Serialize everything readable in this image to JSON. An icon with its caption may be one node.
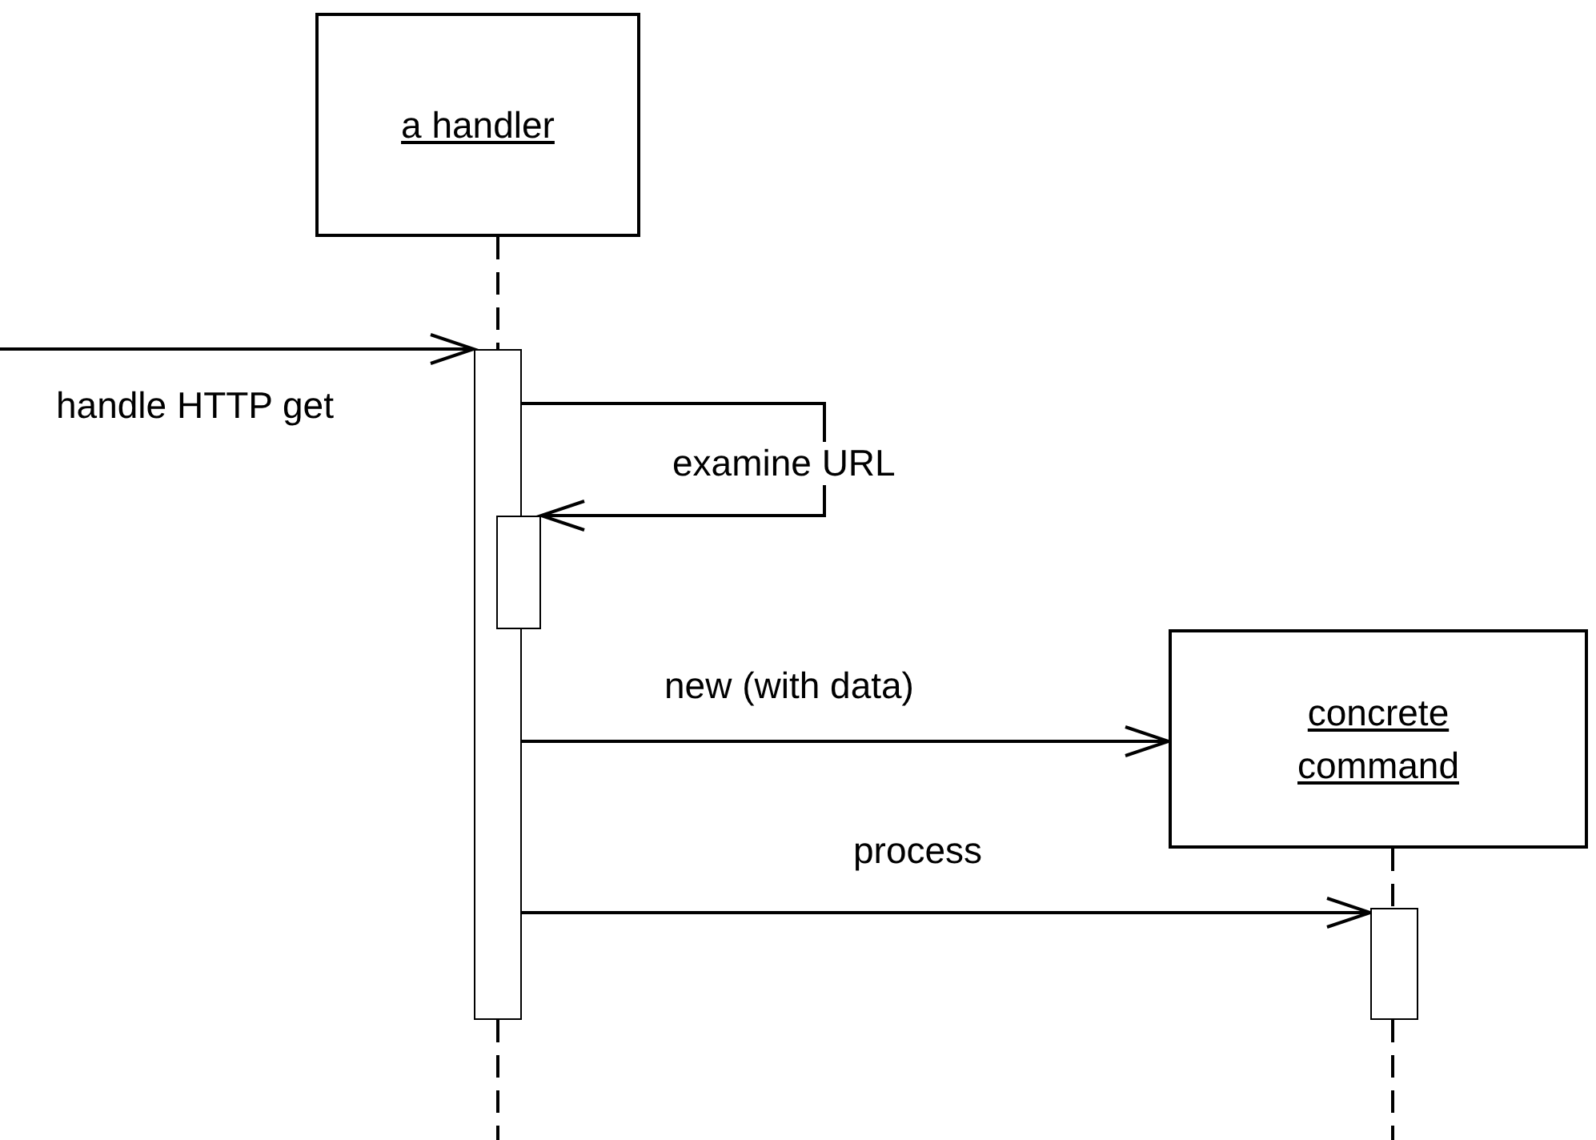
{
  "diagram": {
    "nodes": [
      {
        "text": [
          "a handler"
        ]
      },
      {
        "text": [],
        "shape": "bar"
      },
      {
        "text": [],
        "shape": "bar"
      },
      {
        "text": [
          "concrete command"
        ]
      },
      {
        "text": [],
        "shape": "bar"
      }
    ],
    "edges": [
      {
        "from": 0,
        "to": 1,
        "arrow": "none",
        "style": "dashed"
      },
      {
        "from": 3,
        "to": 4,
        "arrow": "none",
        "style": "dashed"
      },
      {
        "from": null,
        "to": 1,
        "arrow": "to",
        "label": "handle HTTP get"
      },
      {
        "from": 1,
        "to": 2,
        "arrow": "to",
        "label": "examine URL"
      },
      {
        "from": 1,
        "to": 3,
        "arrow": "to",
        "label": "new (with data)"
      },
      {
        "from": 1,
        "to": 4,
        "arrow": "to",
        "label": "process"
      }
    ]
  }
}
